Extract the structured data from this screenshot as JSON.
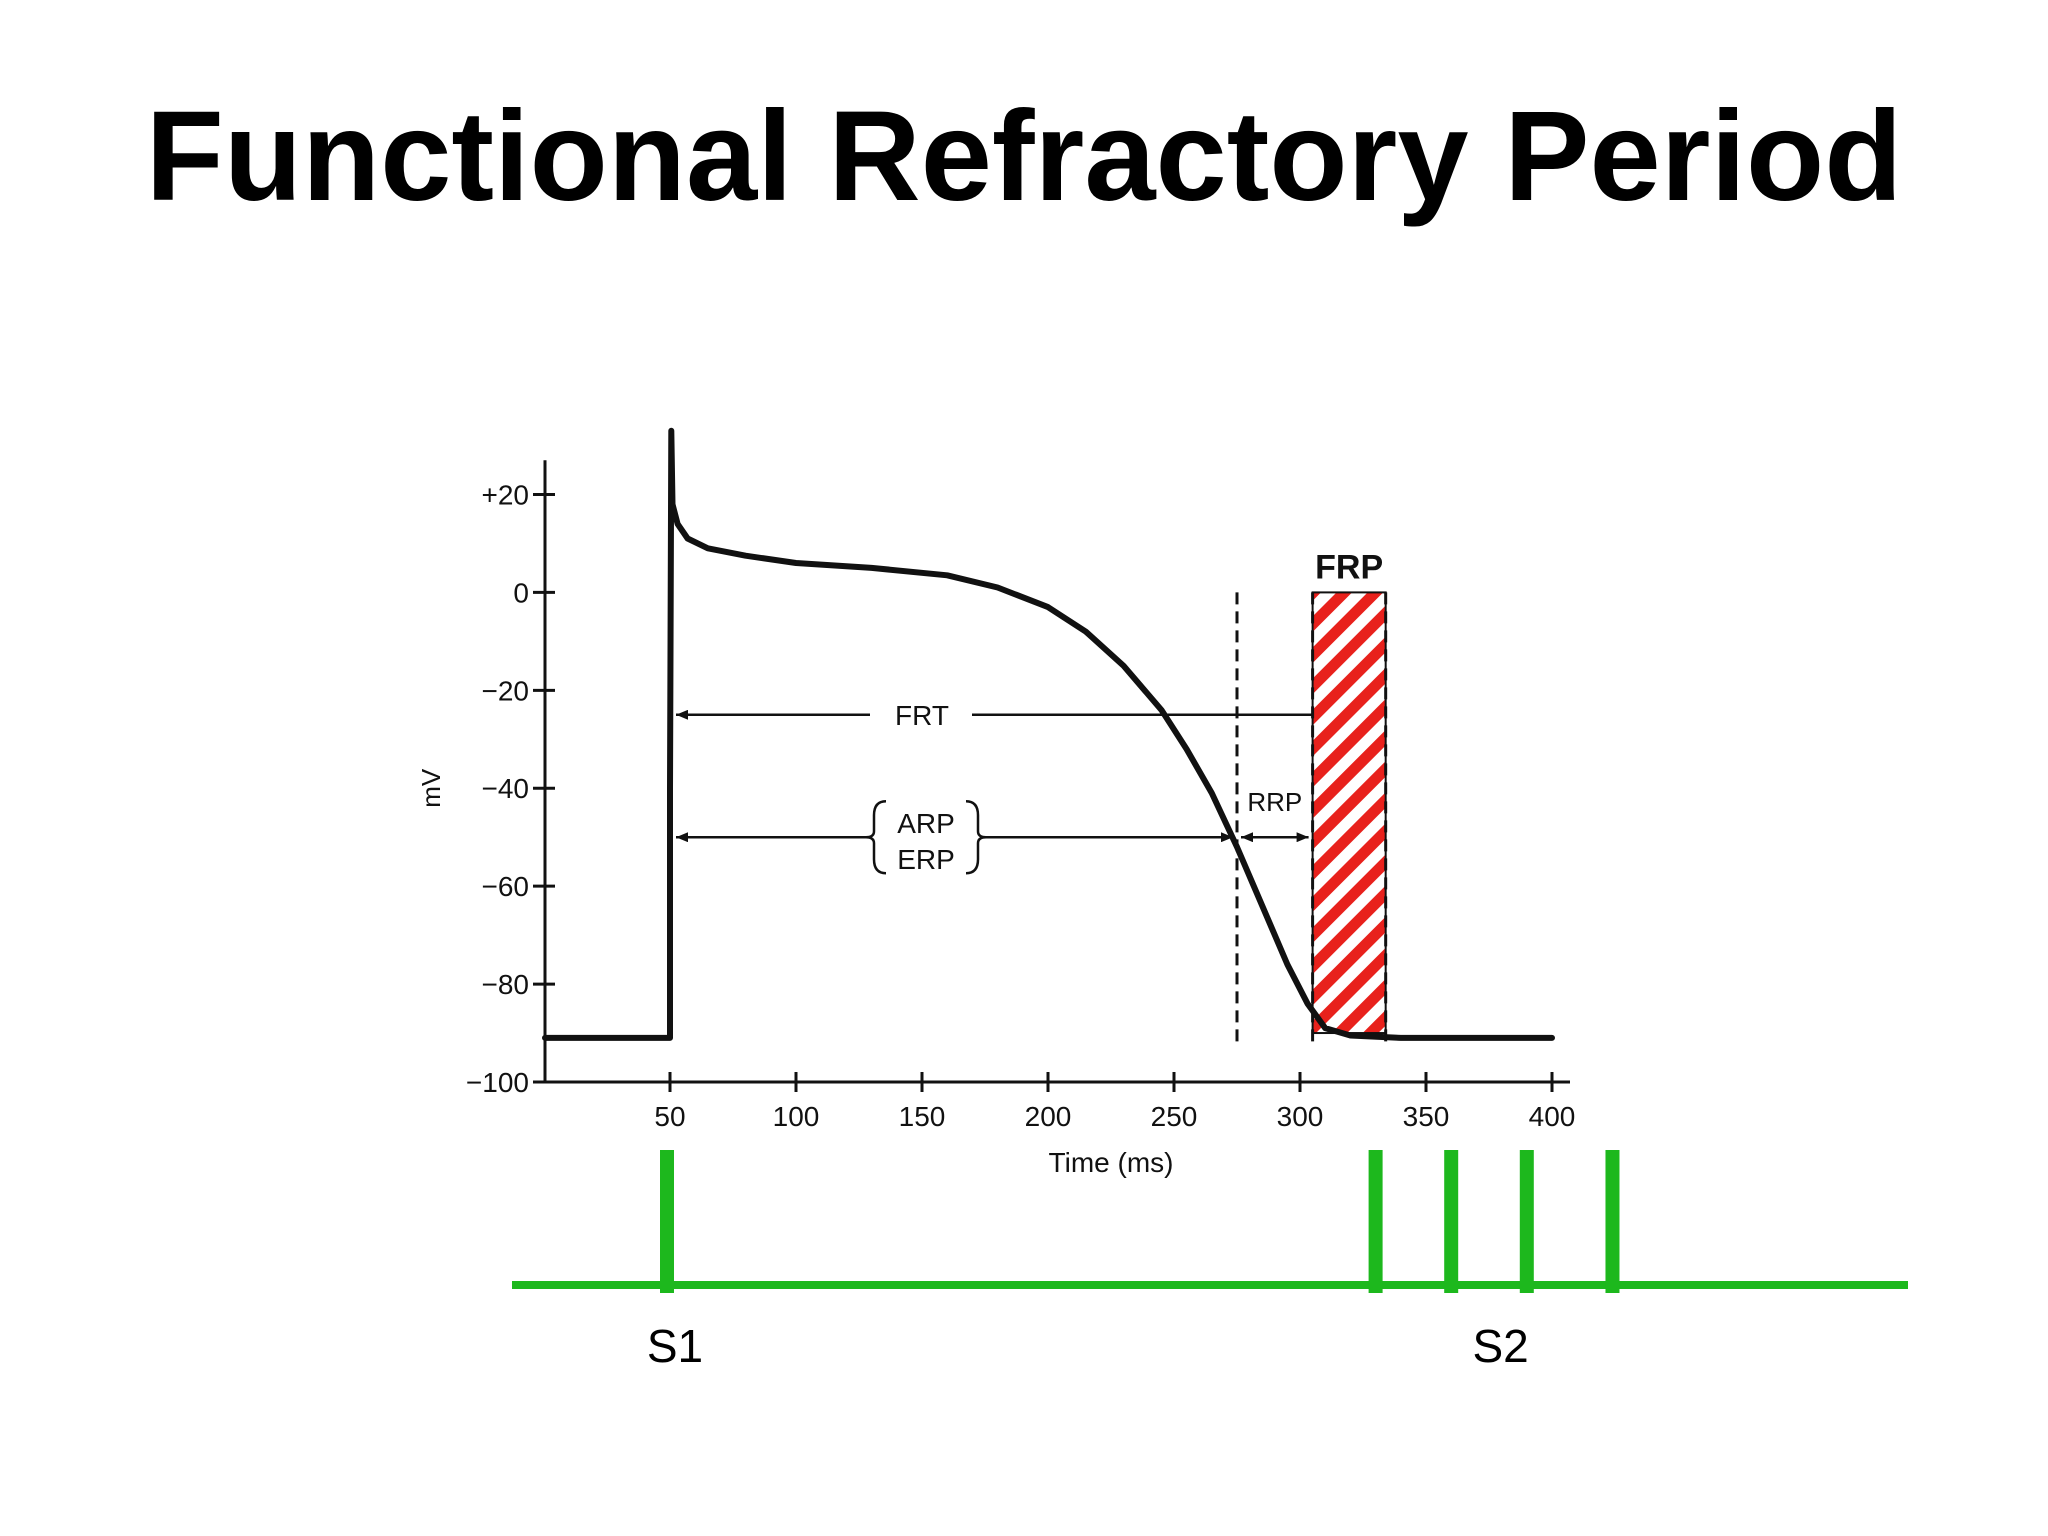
{
  "title": "Functional Refractory Period",
  "chart_data": {
    "type": "line",
    "title": "",
    "xlabel": "Time (ms)",
    "ylabel": "mV",
    "xlim": [
      0,
      400
    ],
    "ylim": [
      -100,
      25
    ],
    "x_ticks": [
      50,
      100,
      150,
      200,
      250,
      300,
      350,
      400
    ],
    "y_ticks": [
      20,
      0,
      -20,
      -40,
      -60,
      -80,
      -100
    ],
    "y_tick_labels": [
      "+20",
      "0",
      "−20",
      "−40",
      "−60",
      "−80",
      "−100"
    ],
    "series": [
      {
        "x": [
          0,
          50,
          50,
          50.5,
          51,
          53,
          57,
          65,
          80,
          100,
          130,
          160,
          180,
          200,
          215,
          230,
          245,
          255,
          265,
          275,
          285,
          295,
          303,
          310,
          320,
          340,
          360,
          380,
          400
        ],
        "y": [
          -91,
          -91,
          -40,
          33,
          18,
          14,
          11,
          9,
          7.5,
          6,
          5,
          3.5,
          1,
          -3,
          -8,
          -15,
          -24,
          -32,
          -41,
          -52,
          -64,
          -76,
          -84,
          -89,
          -90.5,
          -91,
          -91,
          -91,
          -91
        ]
      }
    ],
    "vertical_markers": [
      {
        "x": 275,
        "style": "dashed"
      },
      {
        "x": 305,
        "style": "dashed"
      },
      {
        "x": 334,
        "style": "dashed"
      }
    ],
    "annotations": [
      {
        "label": "FRT",
        "from": 50,
        "to": 305,
        "y": -25
      },
      {
        "label_lines": [
          "ARP",
          "ERP"
        ],
        "from": 50,
        "to": 275,
        "y": -50
      },
      {
        "label": "RRP",
        "from": 275,
        "to": 305,
        "y": -50
      }
    ],
    "shaded_region": {
      "label": "FRP",
      "x_from": 305,
      "x_to": 334,
      "y_from": -90,
      "y_to": 0,
      "color": "#e8211c",
      "pattern": "diagonal-hatch"
    }
  },
  "stimulus_train": {
    "color": "#1db81d",
    "pulse_times": [
      50,
      330,
      360,
      390,
      424
    ],
    "labels": [
      {
        "text": "S1",
        "at": 50
      },
      {
        "text": "S2",
        "at": 330
      }
    ]
  }
}
